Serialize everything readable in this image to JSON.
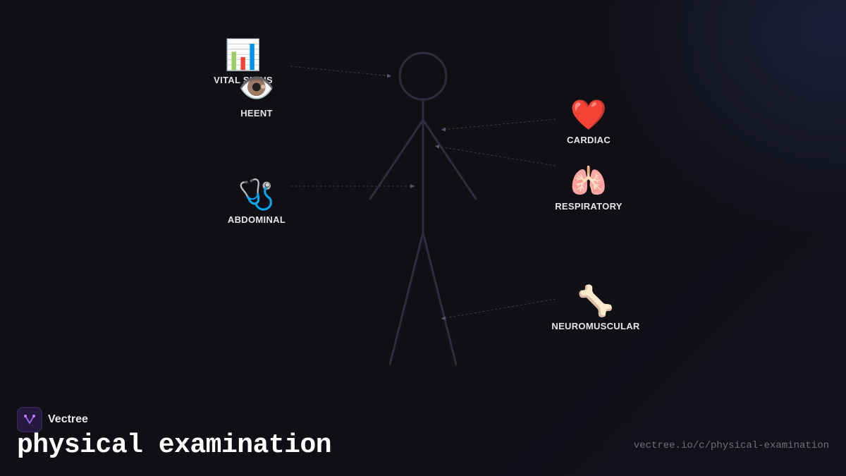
{
  "diagram": {
    "nodes": [
      {
        "id": "vital-signs",
        "label": "VITAL SIGNS",
        "icon": "bar-chart-icon",
        "glyph": "📊"
      },
      {
        "id": "heent",
        "label": "HEENT",
        "icon": "eye-icon",
        "glyph": "👁️"
      },
      {
        "id": "abdominal",
        "label": "ABDOMINAL",
        "icon": "stethoscope-icon",
        "glyph": "🩺"
      },
      {
        "id": "cardiac",
        "label": "CARDIAC",
        "icon": "heart-icon",
        "glyph": "❤️"
      },
      {
        "id": "respiratory",
        "label": "RESPIRATORY",
        "icon": "lungs-icon",
        "glyph": "🫁"
      },
      {
        "id": "neuromuscular",
        "label": "NEUROMUSCULAR",
        "icon": "bone-icon",
        "glyph": "🦴"
      }
    ],
    "figure": "stick-figure-body",
    "colors": {
      "connector": "#3c3c50",
      "figure": "#2c2c3c",
      "label": "#e6e6ea"
    }
  },
  "brand": {
    "name": "Vectree",
    "logo": "vectree-logo-icon"
  },
  "title": "physical examination",
  "url": "vectree.io/c/physical-examination"
}
